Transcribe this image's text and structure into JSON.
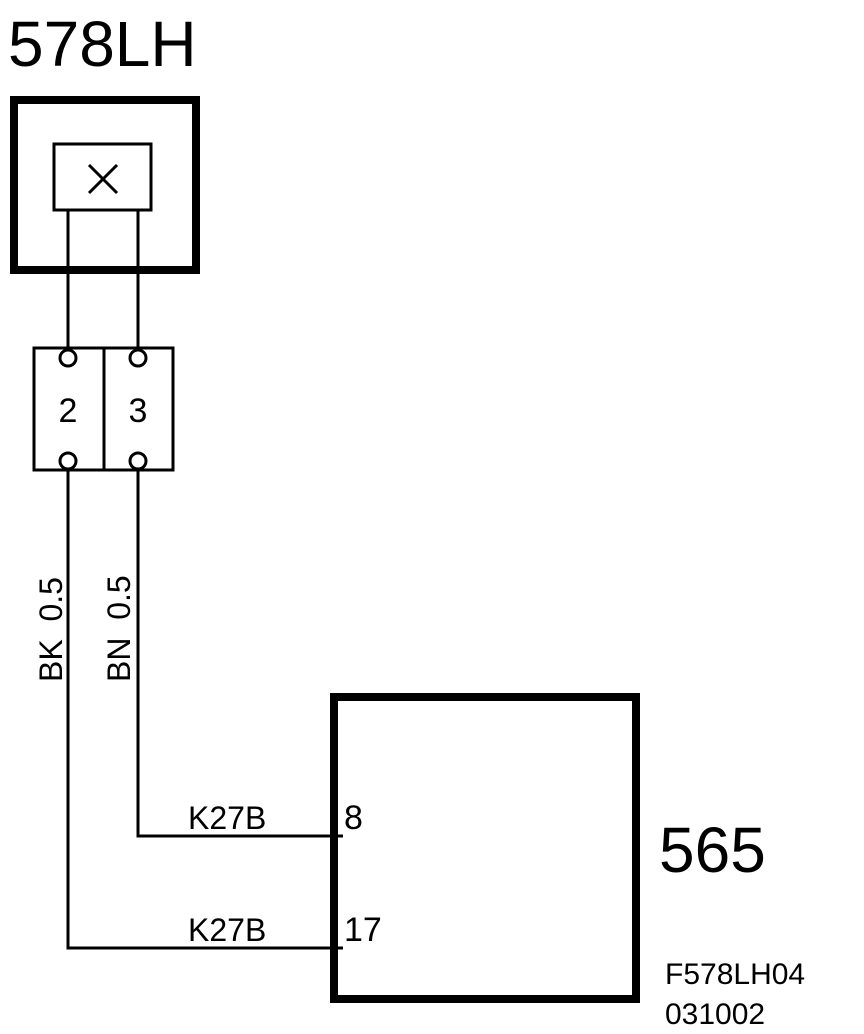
{
  "component_top": {
    "label": "578LH",
    "symbol": "x-icon"
  },
  "connector": {
    "pins": [
      "2",
      "3"
    ]
  },
  "wires": {
    "left_spec": "BK  0.5",
    "right_spec": "BN  0.5",
    "upper_circuit": "K27B",
    "lower_circuit": "K27B"
  },
  "component_bottom": {
    "label": "565",
    "pin_upper": "8",
    "pin_lower": "17"
  },
  "drawing_ref": {
    "code": "F578LH04",
    "date": "031002"
  },
  "colors": {
    "line": "#000000",
    "background": "#ffffff"
  }
}
